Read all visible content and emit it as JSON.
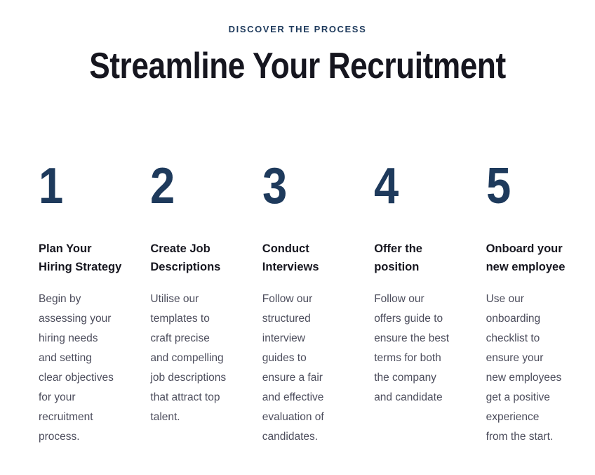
{
  "section": {
    "eyebrow": "DISCOVER THE PROCESS",
    "title": "Streamline Your Recruitment"
  },
  "colors": {
    "accent_navy": "#1e3a5c",
    "heading_text": "#16161f",
    "body_text": "#4c4d5c",
    "background": "#ffffff"
  },
  "steps": [
    {
      "number": "1",
      "title": "Plan Your\nHiring Strategy",
      "body": "Begin by\nassessing your\nhiring needs\nand setting\nclear objectives\nfor your\nrecruitment\nprocess."
    },
    {
      "number": "2",
      "title": "Create Job\nDescriptions",
      "body": "Utilise our\ntemplates to\ncraft precise\nand compelling\njob descriptions\nthat attract top\ntalent."
    },
    {
      "number": "3",
      "title": "Conduct\nInterviews",
      "body": "Follow our\nstructured\ninterview\nguides to\nensure a fair\nand effective\nevaluation of\ncandidates."
    },
    {
      "number": "4",
      "title": "Offer the\nposition",
      "body": "Follow our\noffers guide to\nensure the best\nterms for both\nthe company\nand candidate"
    },
    {
      "number": "5",
      "title": "Onboard your\nnew employee",
      "body": "Use our\nonboarding\nchecklist to\nensure your\nnew employees\nget a positive\nexperience\nfrom the start."
    }
  ]
}
